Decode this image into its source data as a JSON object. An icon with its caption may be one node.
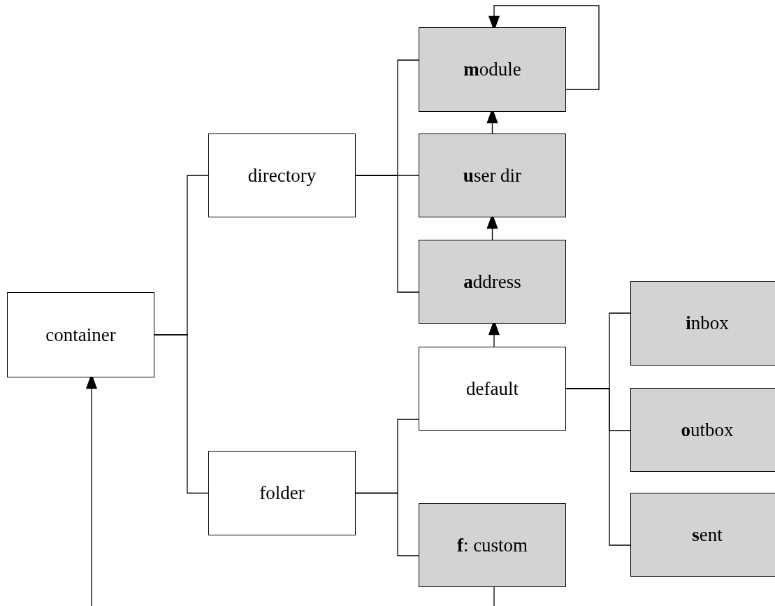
{
  "diagram": {
    "nodes": [
      {
        "text": [
          "container"
        ]
      },
      {
        "text": [
          "directory"
        ]
      },
      {
        "text": [
          "folder"
        ]
      },
      {
        "text": [
          "**m**odule"
        ]
      },
      {
        "text": [
          "**u**ser dir"
        ]
      },
      {
        "text": [
          "**a**ddress"
        ]
      },
      {
        "text": [
          "default"
        ]
      },
      {
        "text": [
          "**f**: custom"
        ]
      },
      {
        "text": [
          "**i**nbox"
        ]
      },
      {
        "text": [
          "**o**utbox"
        ]
      },
      {
        "text": [
          "**s**ent"
        ]
      }
    ],
    "edges": [
      {
        "from": 0,
        "to": 1,
        "arrow": "none"
      },
      {
        "from": 0,
        "to": 2,
        "arrow": "none"
      },
      {
        "from": 1,
        "to": 3,
        "arrow": "none"
      },
      {
        "from": 1,
        "to": 4,
        "arrow": "none"
      },
      {
        "from": 1,
        "to": 5,
        "arrow": "none"
      },
      {
        "from": 2,
        "to": 6,
        "arrow": "none"
      },
      {
        "from": 2,
        "to": 7,
        "arrow": "none"
      },
      {
        "from": 6,
        "to": 8,
        "arrow": "none"
      },
      {
        "from": 6,
        "to": 9,
        "arrow": "none"
      },
      {
        "from": 6,
        "to": 10,
        "arrow": "none"
      },
      {
        "from": 4,
        "to": 3,
        "arrow": "to"
      },
      {
        "from": 5,
        "to": 4,
        "arrow": "to"
      },
      {
        "from": 6,
        "to": 5,
        "arrow": "to"
      },
      {
        "from": 3,
        "to": 3,
        "arrow": "to"
      },
      {
        "from": null,
        "to": 0,
        "arrow": "to"
      },
      {
        "from": 7,
        "to": null,
        "arrow": "none"
      }
    ]
  }
}
